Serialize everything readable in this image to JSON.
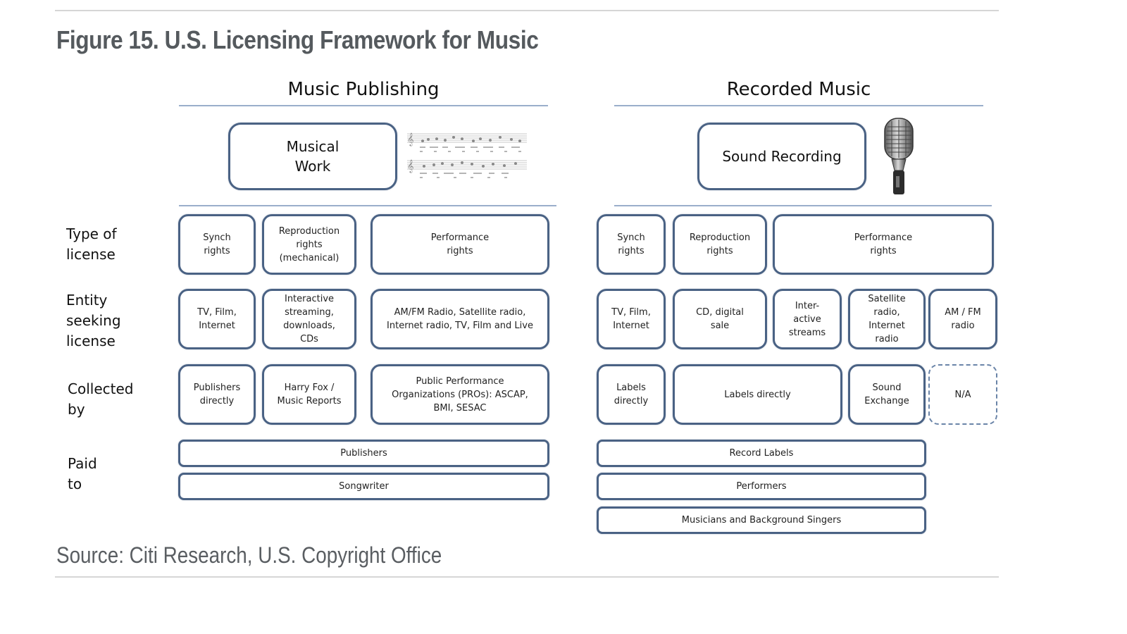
{
  "figure": {
    "title": "Figure 15. U.S. Licensing Framework for Music",
    "source": "Source: Citi Research, U.S. Copyright Office"
  },
  "row_labels": {
    "type_of_license": "Type of\nlicense",
    "entity_seeking_license": "Entity\nseeking\nlicense",
    "collected_by": "Collected\nby",
    "paid_to": "Paid\nto"
  },
  "music_publishing": {
    "title": "Music Publishing",
    "work": "Musical\nWork",
    "work_image": "sheet-music-icon",
    "license_types": [
      "Synch\nrights",
      "Reproduction\nrights\n(mechanical)",
      "Performance\nrights"
    ],
    "entities": [
      "TV, Film,\nInternet",
      "Interactive\nstreaming,\ndownloads,\nCDs",
      "AM/FM Radio, Satellite radio,\nInternet radio, TV, Film and Live"
    ],
    "collected_by": [
      "Publishers\ndirectly",
      "Harry Fox /\nMusic Reports",
      "Public Performance\nOrganizations (PROs): ASCAP,\nBMI, SESAC"
    ],
    "paid_to": [
      "Publishers",
      "Songwriter"
    ]
  },
  "recorded_music": {
    "title": "Recorded Music",
    "work": "Sound Recording",
    "work_image": "microphone-icon",
    "license_types": [
      "Synch\nrights",
      "Reproduction\nrights",
      "Performance\nrights"
    ],
    "entities": [
      "TV, Film,\nInternet",
      "CD, digital\nsale",
      "Inter-\nactive\nstreams",
      "Satellite\nradio,\nInternet\nradio",
      "AM / FM\nradio"
    ],
    "collected_by": [
      "Labels\ndirectly",
      "Labels directly",
      "Sound\nExchange",
      "N/A"
    ],
    "paid_to": [
      "Record Labels",
      "Performers",
      "Musicians and Background Singers"
    ]
  }
}
